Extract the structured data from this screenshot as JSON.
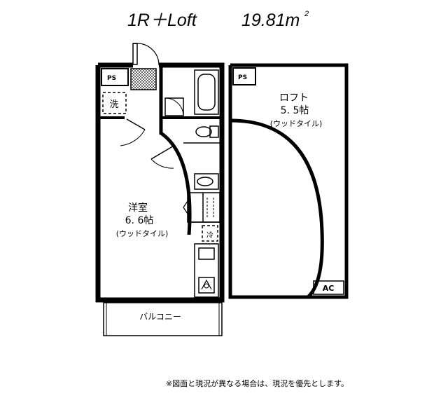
{
  "title": {
    "layout": "1R＋Loft",
    "area": "19.81m",
    "area_sup": "2"
  },
  "main_room": {
    "name": "洋室",
    "size": "6. 6帖",
    "floor": "(ウッドタイル)"
  },
  "loft": {
    "name": "ロフト",
    "size": "5. 5帖",
    "floor": "(ウッドタイル)"
  },
  "labels": {
    "ps_main": "PS",
    "ps_loft": "PS",
    "washer": "洗",
    "fridge": "冷",
    "ac": "AC",
    "balcony": "バルコニー"
  },
  "footnote": "※図面と現況が異なる場合は、現況を優先とします。"
}
